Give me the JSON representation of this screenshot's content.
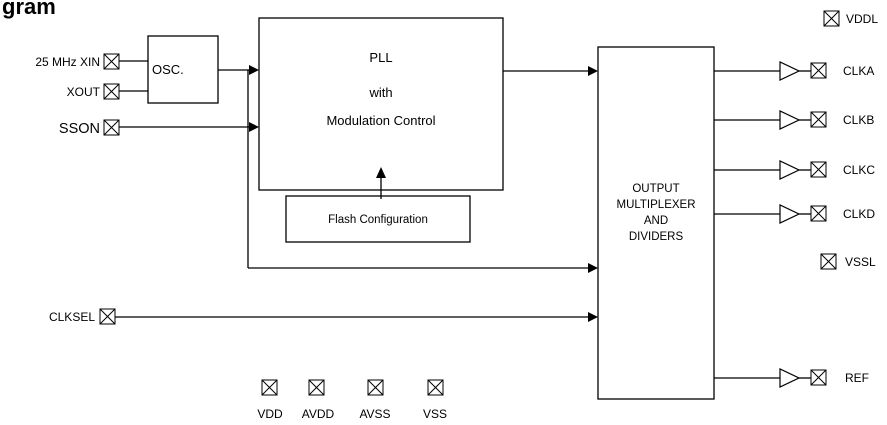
{
  "title": "gram",
  "blocks": {
    "osc": "OSC.",
    "pll": {
      "line1": "PLL",
      "line2": "with",
      "line3": "Modulation Control"
    },
    "flash": "Flash Configuration",
    "mux": {
      "line1": "OUTPUT",
      "line2": "MULTIPLEXER",
      "line3": "AND",
      "line4": "DIVIDERS"
    }
  },
  "inputs": {
    "xin": "25 MHz XIN",
    "xout": "XOUT",
    "sson": "SSON",
    "clksel": "CLKSEL"
  },
  "outputs": {
    "clka": "CLKA",
    "clkb": "CLKB",
    "clkc": "CLKC",
    "clkd": "CLKD",
    "ref": "REF"
  },
  "supply": {
    "vddl": "VDDL",
    "vssl": "VSSL",
    "vdd": "VDD",
    "avdd": "AVDD",
    "avss": "AVSS",
    "vss": "VSS"
  }
}
